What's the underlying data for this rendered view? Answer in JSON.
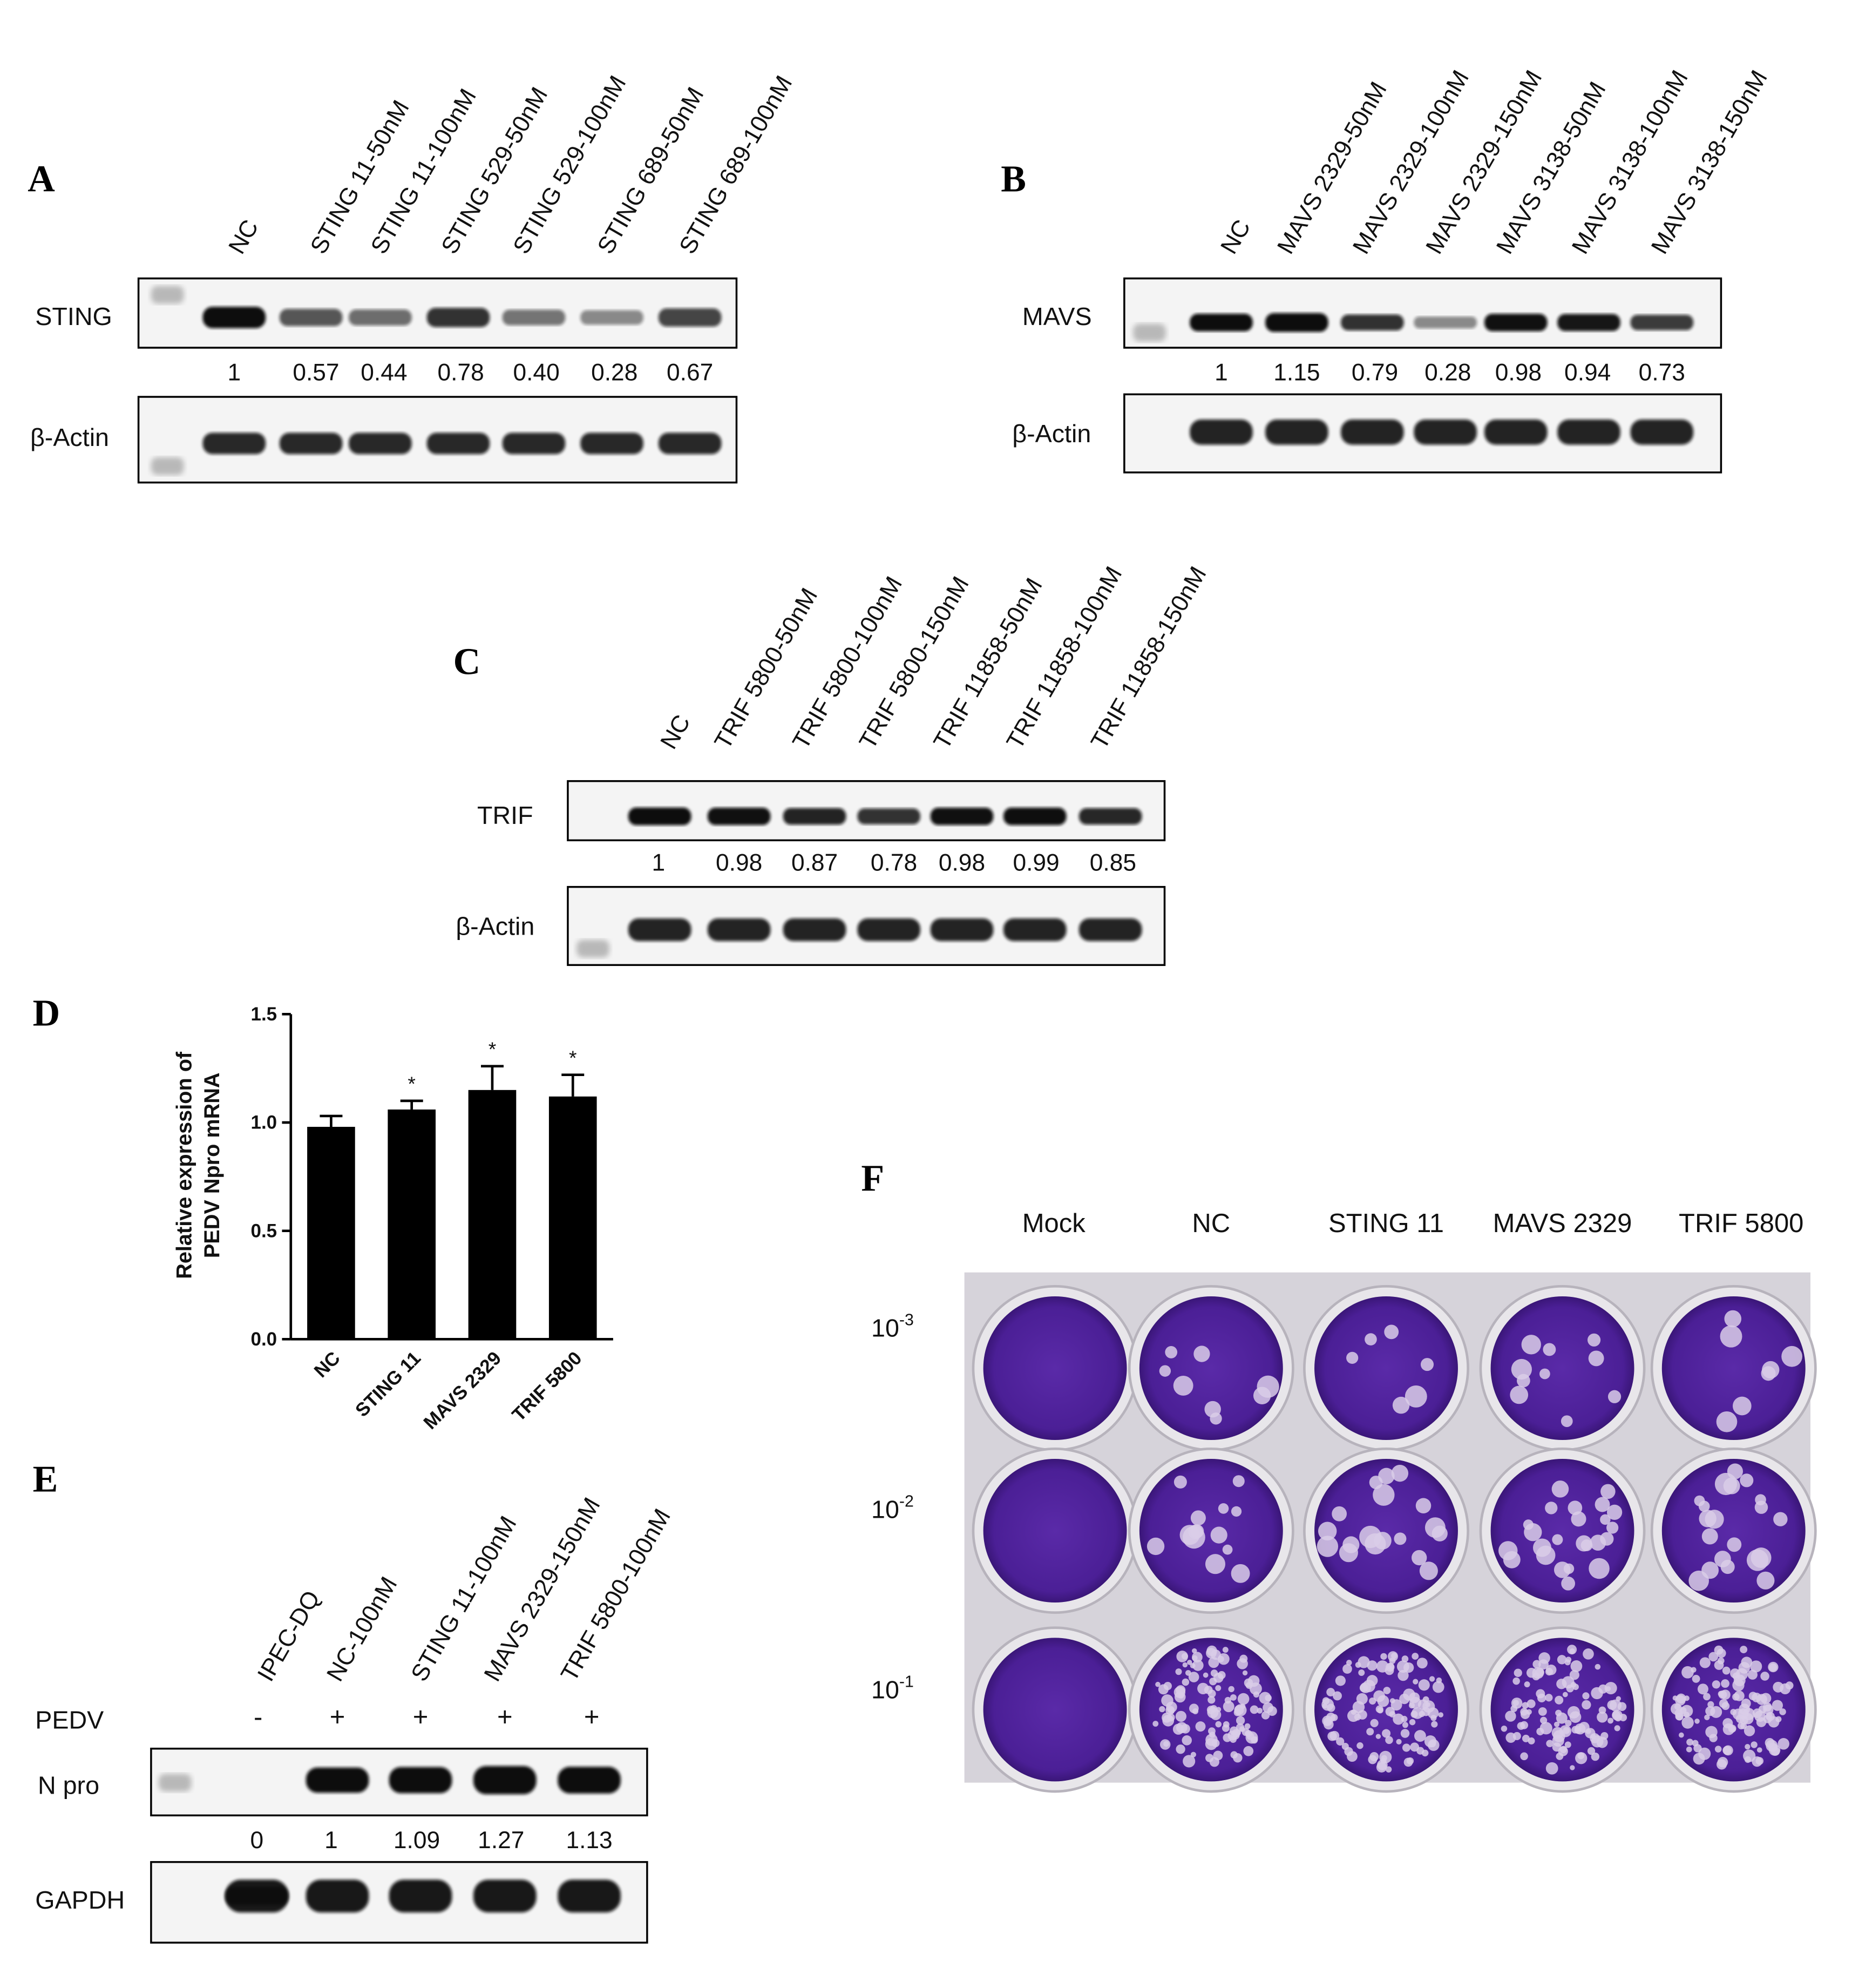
{
  "colors": {
    "blot_bg": "#f4f4f4",
    "band": "#111111",
    "bar": "#000000",
    "crystal_violet": "#5b2fa6",
    "plaque": "#d9cce8",
    "plate": "#d9d6dc"
  },
  "panel_a": {
    "letter": "A",
    "lanes": [
      "NC",
      "STING 11-50nM",
      "STING 11-100nM",
      "STING 529-50nM",
      "STING 529-100nM",
      "STING 689-50nM",
      "STING 689-100nM"
    ],
    "target_label": "STING",
    "loading_label": "β-Actin",
    "ratios": [
      "1",
      "0.57",
      "0.44",
      "0.78",
      "0.40",
      "0.28",
      "0.67"
    ],
    "band_intensity": [
      1,
      0.57,
      0.44,
      0.78,
      0.4,
      0.28,
      0.67
    ]
  },
  "panel_b": {
    "letter": "B",
    "lanes": [
      "NC",
      "MAVS 2329-50nM",
      "MAVS 2329-100nM",
      "MAVS 2329-150nM",
      "MAVS 3138-50nM",
      "MAVS 3138-100nM",
      "MAVS 3138-150nM"
    ],
    "target_label": "MAVS",
    "loading_label": "β-Actin",
    "ratios": [
      "1",
      "1.15",
      "0.79",
      "0.28",
      "0.98",
      "0.94",
      "0.73"
    ],
    "band_intensity": [
      1,
      1.15,
      0.79,
      0.28,
      0.98,
      0.94,
      0.73
    ]
  },
  "panel_c": {
    "letter": "C",
    "lanes": [
      "NC",
      "TRIF 5800-50nM",
      "TRIF 5800-100nM",
      "TRIF 5800-150nM",
      "TRIF 11858-50nM",
      "TRIF 11858-100nM",
      "TRIF 11858-150nM"
    ],
    "target_label": "TRIF",
    "loading_label": "β-Actin",
    "ratios": [
      "1",
      "0.98",
      "0.87",
      "0.78",
      "0.98",
      "0.99",
      "0.85"
    ],
    "band_intensity": [
      1,
      0.98,
      0.87,
      0.78,
      0.98,
      0.99,
      0.85
    ]
  },
  "panel_d": {
    "letter": "D",
    "chart_data": {
      "type": "bar",
      "categories": [
        "NC",
        "STING 11",
        "MAVS 2329",
        "TRIF 5800"
      ],
      "values": [
        0.98,
        1.06,
        1.15,
        1.12
      ],
      "errors": [
        0.05,
        0.04,
        0.11,
        0.1
      ],
      "significance": [
        "",
        "*",
        "*",
        "*"
      ],
      "ylabel_line1": "Relative expression of",
      "ylabel_line2": "PEDV Npro mRNA",
      "ylim": [
        0,
        1.5
      ],
      "yticks": [
        "0.0",
        "0.5",
        "1.0",
        "1.5"
      ],
      "grid": false
    }
  },
  "panel_e": {
    "letter": "E",
    "lanes": [
      "IPEC-DQ",
      "NC-100nM",
      "STING 11-100nM",
      "MAVS 2329-150nM",
      "TRIF 5800-100nM"
    ],
    "pedv_label": "PEDV",
    "pedv_signs": [
      "-",
      "+",
      "+",
      "+",
      "+"
    ],
    "target_label": "N pro",
    "loading_label": "GAPDH",
    "ratios": [
      "0",
      "1",
      "1.09",
      "1.27",
      "1.13"
    ],
    "band_intensity": [
      0,
      1,
      1.09,
      1.27,
      1.13
    ]
  },
  "panel_f": {
    "letter": "F",
    "columns": [
      "Mock",
      "NC",
      "STING 11",
      "MAVS 2329",
      "TRIF 5800"
    ],
    "rows": [
      {
        "base": "10",
        "exp": "-3"
      },
      {
        "base": "10",
        "exp": "-2"
      },
      {
        "base": "10",
        "exp": "-1"
      }
    ]
  }
}
